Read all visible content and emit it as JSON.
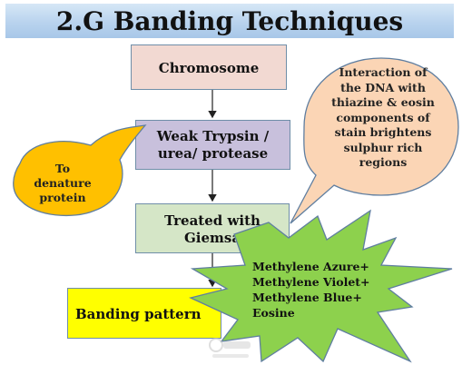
{
  "title": "2.G Banding Techniques",
  "steps": {
    "chromosome": "Chromosome",
    "trypsin_line1": "Weak Trypsin /",
    "trypsin_line2": "urea/ protease",
    "giemsa_line1": "Treated with",
    "giemsa_line2": "Giemsa",
    "banding": "Banding pattern"
  },
  "callouts": {
    "denature": [
      "To",
      "denature",
      "protein"
    ],
    "dna": [
      "Interaction of",
      "the DNA with",
      "thiazine & eosin",
      "components of",
      "stain  brightens",
      "sulphur rich",
      "regions"
    ],
    "methylene": [
      "Methylene Azure+",
      "Methylene Violet+",
      "Methylene Blue+",
      "Eosine"
    ]
  },
  "colors": {
    "title_bg": "#b9d3ee",
    "chromosome_box": "#f2d9d2",
    "trypsin_box": "#c8c0dc",
    "giemsa_box": "#d5e6c7",
    "banding_box": "#ffff00",
    "denature_bubble": "#ffc000",
    "dna_bubble": "#fbd5b5",
    "methylene_star": "#8dd14d"
  }
}
